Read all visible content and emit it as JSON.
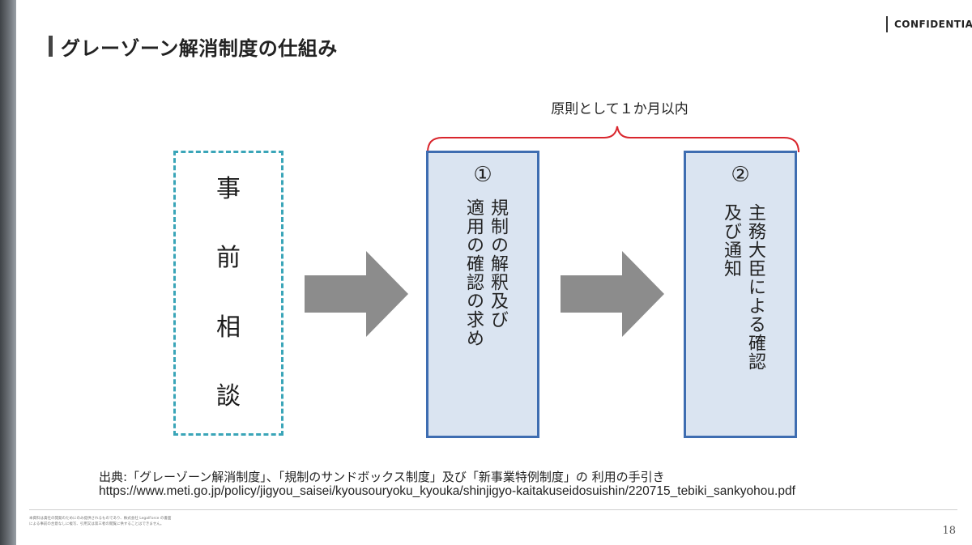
{
  "header": {
    "confidential": "CONFIDENTIAL",
    "title": "グレーゾーン解消制度の仕組み"
  },
  "diagram": {
    "period_label": "原則として１か月以内",
    "pre_consult": [
      "事",
      "前",
      "相",
      "談"
    ],
    "step1": {
      "number": "①",
      "lines": [
        "規制の解釈及び",
        "適用の確認の求め"
      ]
    },
    "step2": {
      "number": "②",
      "lines": [
        "主務大臣による確認",
        "及び通知"
      ]
    },
    "colors": {
      "dashed_border": "#3aa5b8",
      "box_fill": "#dae4f1",
      "box_border": "#3e6db1",
      "arrow": "#8c8c8c",
      "brace": "#d9262d"
    }
  },
  "source": {
    "line1": "出典:「グレーゾーン解消制度」、「規制のサンドボックス制度」及び「新事業特例制度」の  利用の手引き",
    "line2": "https://www.meti.go.jp/policy/jigyou_saisei/kyousouryoku_kyouka/shinjigyo-kaitakuseidosuishin/220715_tebiki_sankyohou.pdf"
  },
  "footer": {
    "note_line1": "本資料は貴社の開発のためにのみ提供されるものであり、株式会社 LegalForce の書面",
    "note_line2": "による事前の合意なしに複写、引用又は第三者の閲覧に供することはできません。",
    "page_number": "18"
  }
}
